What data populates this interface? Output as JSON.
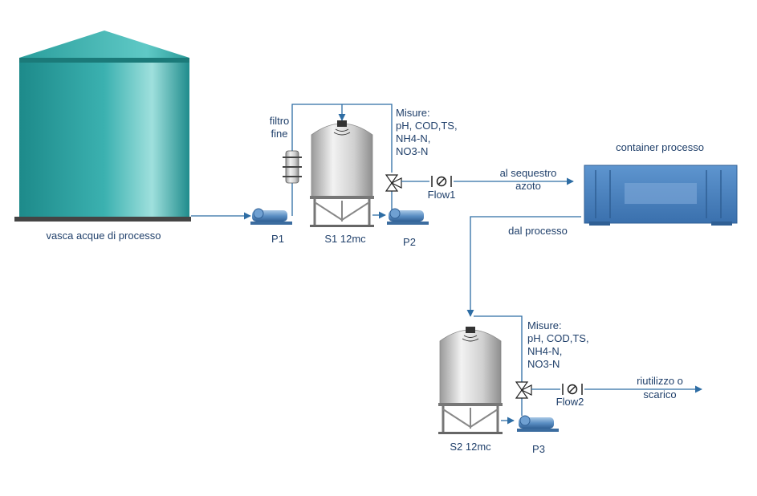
{
  "labels": {
    "big_tank": "vasca acque di processo",
    "filter_line1": "filtro",
    "filter_line2": "fine",
    "p1": "P1",
    "s1": "S1  12mc",
    "p2": "P2",
    "measure1": [
      "Misure:",
      "pH, COD,TS,",
      "NH4-N,",
      "NO3-N"
    ],
    "flow1": "Flow1",
    "to_process_line1": "al sequestro",
    "to_process_line2": "azoto",
    "container": "container processo",
    "from_process": "dal processo",
    "measure2": [
      "Misure:",
      "pH, COD,TS,",
      "NH4-N,",
      "NO3-N"
    ],
    "s2": "S2 12mc",
    "p3": "P3",
    "flow2": "Flow2",
    "outlet_line1": "riutilizzo o",
    "outlet_line2": "scarico"
  },
  "colors": {
    "pipe": "#2e6da4",
    "label": "#1f3f6a",
    "big_tank": "#3aa7a6",
    "container": "#4a80bf",
    "pump": "#5b8fc4"
  }
}
